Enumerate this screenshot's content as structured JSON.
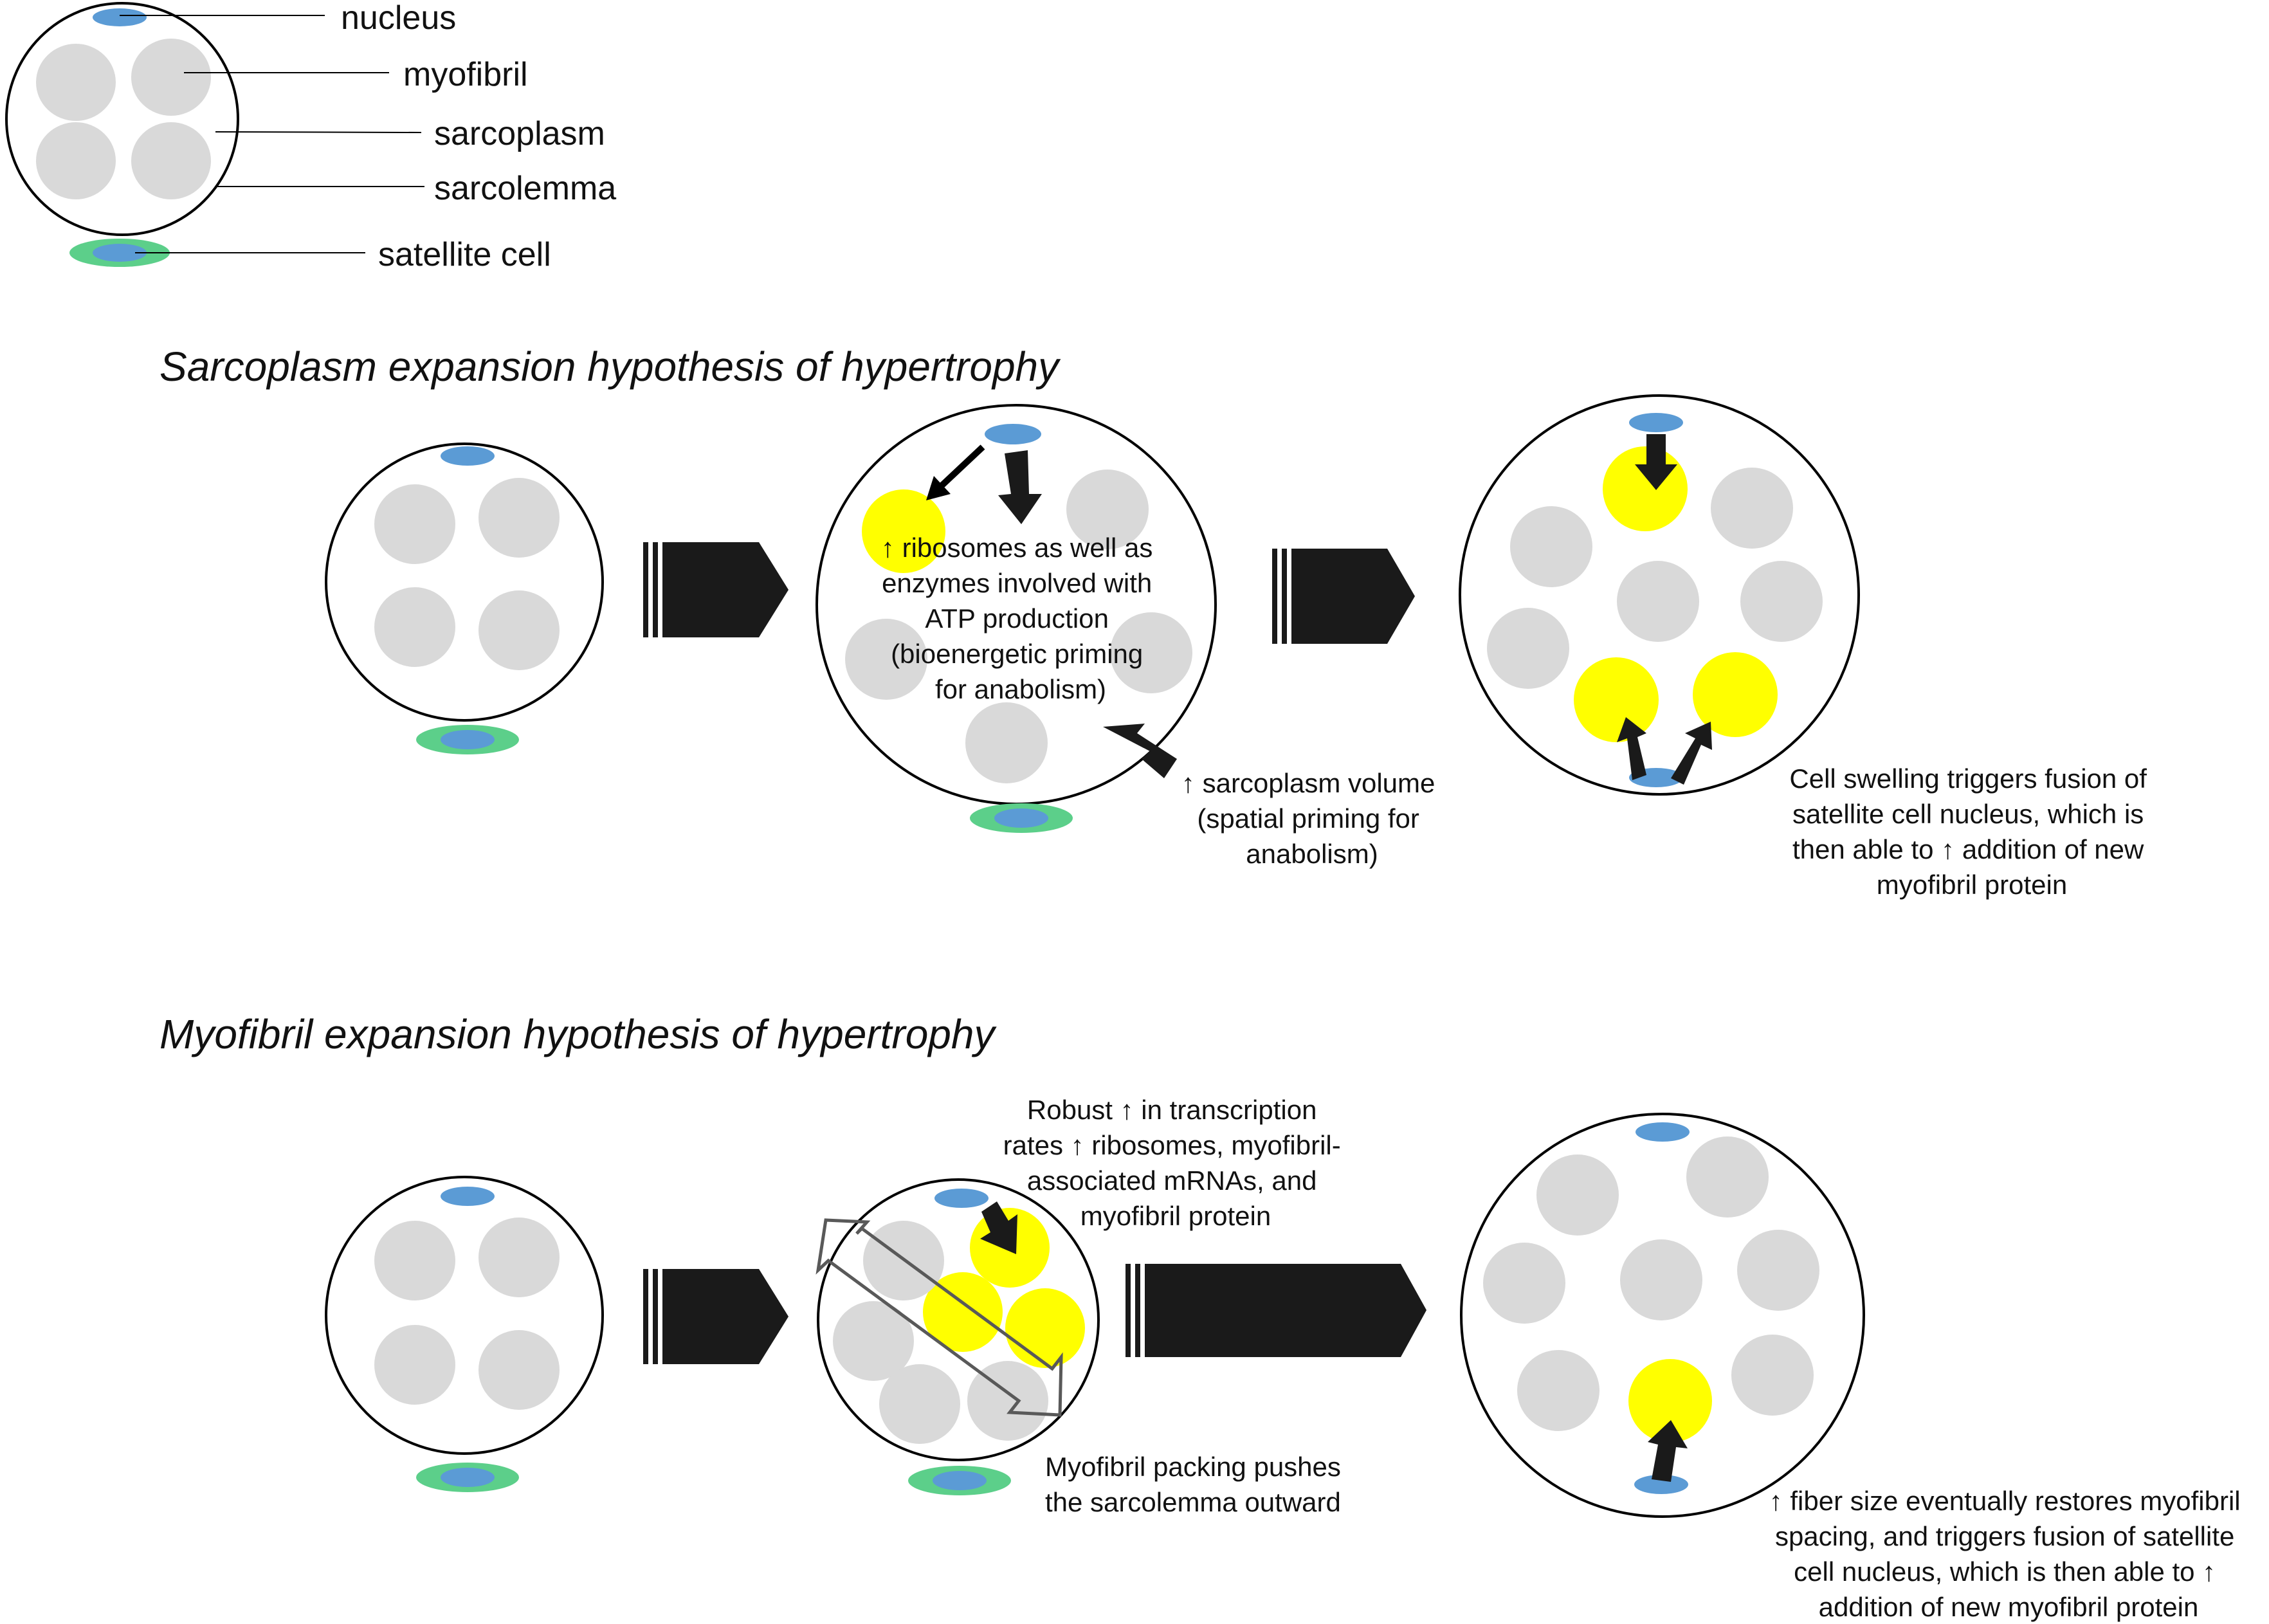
{
  "legend": {
    "nucleus": "nucleus",
    "myofibril": "myofibril",
    "sarcoplasm": "sarcoplasm",
    "sarcolemma": "sarcolemma",
    "satellite_cell": "satellite cell"
  },
  "sarcoplasm_section": {
    "title": "Sarcoplasm expansion hypothesis of hypertrophy",
    "middle_note": [
      "↑ ribosomes as well as",
      "enzymes involved with",
      "ATP production",
      "(bioenergetic priming",
      "for anabolism)"
    ],
    "volume_note": [
      "↑ sarcoplasm volume",
      "(spatial priming for",
      "anabolism)"
    ],
    "final_note": [
      "Cell swelling triggers fusion of",
      "satellite cell nucleus, which is",
      "then able to ↑ addition of new",
      "myofibril protein"
    ]
  },
  "myofibril_section": {
    "title": "Myofibril expansion hypothesis of hypertrophy",
    "transcription_note": [
      "Robust ↑ in transcription",
      "rates ↑ ribosomes, myofibril-",
      "associated mRNAs, and",
      "myofibril protein"
    ],
    "packing_note": [
      "Myofibril packing pushes",
      "the sarcolemma outward"
    ],
    "final_note": [
      "↑ fiber size eventually restores myofibril",
      "spacing, and triggers fusion of satellite",
      "cell nucleus, which is then able to ↑",
      "addition of new myofibril protein"
    ]
  },
  "colors": {
    "myofibril": "#d9d9d9",
    "nucleus": "#5b9bd5",
    "satellite_cell": "#5ccf8a",
    "new_protein": "#ffff00",
    "arrow": "#1a1a1a",
    "outline": "#000000"
  }
}
